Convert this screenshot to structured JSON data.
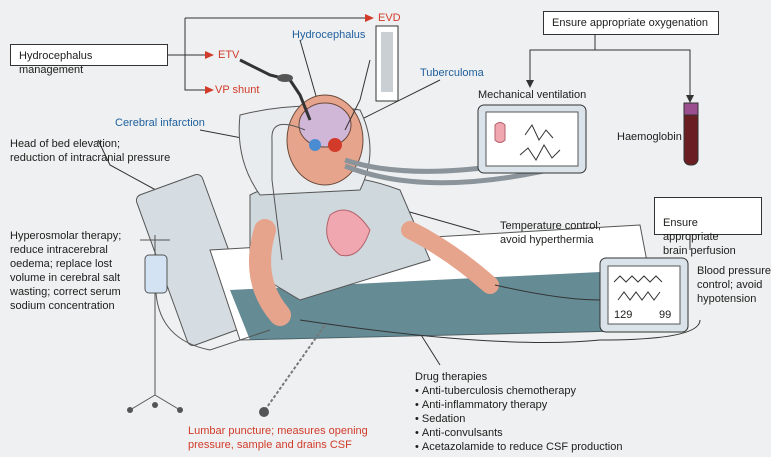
{
  "boxes": {
    "hydrocephalus_management": "Hydrocephalus management",
    "oxygenation": "Ensure appropriate oxygenation",
    "brain_perfusion": "Ensure appropriate\nbrain perfusion"
  },
  "labels": {
    "evd": "EVD",
    "etv": "ETV",
    "vp_shunt": "VP shunt",
    "hydrocephalus": "Hydrocephalus",
    "tuberculoma": "Tuberculoma",
    "cerebral_infarction": "Cerebral infarction",
    "mechanical_ventilation": "Mechanical ventilation",
    "haemoglobin": "Haemoglobin",
    "head_of_bed": "Head of bed elevation;\nreduction of intracranial pressure",
    "hyperosmolar": "Hyperosmolar therapy;\nreduce intracerebral\noedema; replace lost\nvolume in cerebral salt\nwasting; correct serum\nsodium concentration",
    "temperature": "Temperature control;\navoid hyperthermia",
    "blood_pressure": "Blood pressure\ncontrol; avoid\nhypotension",
    "lumbar_puncture": "Lumbar puncture; measures opening\npressure, sample and drains CSF"
  },
  "drug_therapies": {
    "title": "Drug therapies",
    "items": [
      "Anti-tuberculosis chemotherapy",
      "Anti-inflammatory therapy",
      "Sedation",
      "Anti-convulsants",
      "Acetazolamide to reduce CSF production"
    ]
  },
  "monitor": {
    "left_value": "129",
    "right_value": "99"
  },
  "colors": {
    "red_label": "#d23b2a",
    "blue_label": "#1f5f9e",
    "skin": "#e7a48c",
    "sheet": "#dfe6ec",
    "gown": "#cfd8dd",
    "shadow": "#3f6e7a"
  }
}
